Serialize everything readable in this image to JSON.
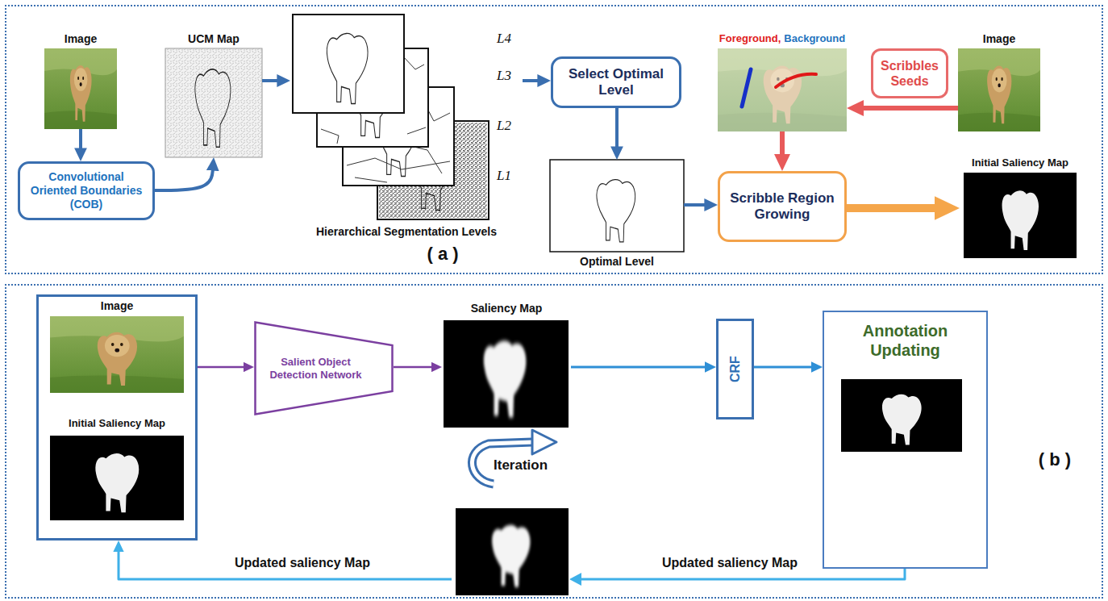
{
  "diagram": {
    "nodes": [
      {
        "text": [
          "( a )"
        ]
      },
      {
        "text": [
          "Image"
        ],
        "in": 0
      },
      {
        "text": [
          "UCM Map"
        ],
        "in": 0
      },
      {
        "text": [
          "Convolutional Oriented Boundaries (COB)"
        ],
        "in": 0
      },
      {
        "text": [
          "L4",
          "L3",
          "L2",
          "L1",
          "Hierarchical Segmentation Levels"
        ],
        "in": 0
      },
      {
        "text": [
          "Select Optimal Level"
        ],
        "in": 0
      },
      {
        "text": [
          "Optimal Level"
        ],
        "in": 0
      },
      {
        "text": [
          "Foreground,",
          "Background"
        ],
        "in": 0
      },
      {
        "text": [
          "Scribbles Seeds"
        ],
        "in": 0
      },
      {
        "text": [
          "Image"
        ],
        "in": 0
      },
      {
        "text": [
          "Scribble Region Growing"
        ],
        "in": 0
      },
      {
        "text": [
          "Initial Saliency Map"
        ],
        "in": 0
      },
      {
        "text": [
          "( b )"
        ]
      },
      {
        "text": [
          "Image",
          "Initial Saliency Map"
        ],
        "in": 12
      },
      {
        "text": [
          "Salient Object Detection Network"
        ],
        "in": 12
      },
      {
        "text": [
          "Saliency Map"
        ],
        "in": 12
      },
      {
        "text": [
          "CRF"
        ],
        "in": 12
      },
      {
        "text": [
          "Annotation Updating"
        ],
        "in": 12
      }
    ],
    "edges": [
      {
        "from": 1,
        "to": 3,
        "arrow": "to"
      },
      {
        "from": 3,
        "to": 2,
        "arrow": "to"
      },
      {
        "from": 2,
        "to": 4,
        "arrow": "to"
      },
      {
        "from": 4,
        "to": 5,
        "arrow": "to"
      },
      {
        "from": 5,
        "to": 6,
        "arrow": "to"
      },
      {
        "from": 6,
        "to": 10,
        "arrow": "to"
      },
      {
        "from": 9,
        "to": 7,
        "arrow": "to"
      },
      {
        "from": 7,
        "to": 10,
        "arrow": "to"
      },
      {
        "from": 10,
        "to": 11,
        "arrow": "to"
      },
      {
        "from": 13,
        "to": 14,
        "arrow": "to"
      },
      {
        "from": 14,
        "to": 15,
        "arrow": "to"
      },
      {
        "from": 15,
        "to": 16,
        "arrow": "to"
      },
      {
        "from": 16,
        "to": 17,
        "arrow": "to"
      },
      {
        "from": 17,
        "to": 13,
        "label": "Updated saliency Map",
        "arrow": "to"
      }
    ],
    "labels": [
      "Iteration",
      "Updated saliency Map"
    ]
  }
}
